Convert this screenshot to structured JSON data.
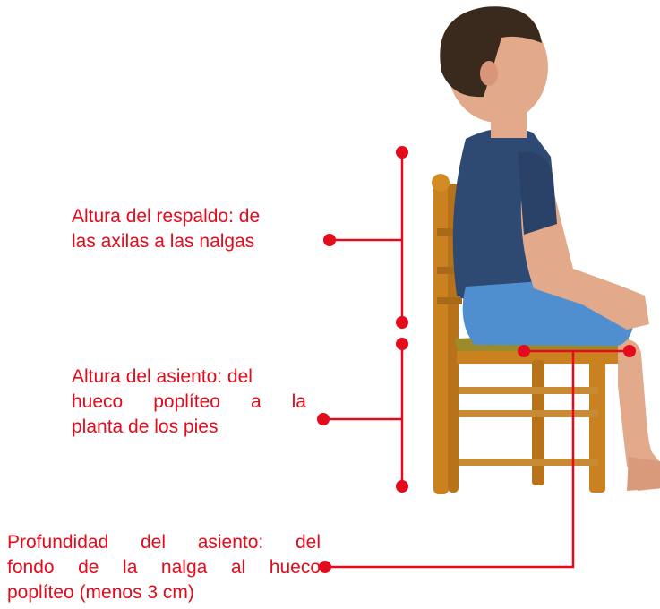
{
  "annotations": {
    "backrest": {
      "line1": "Altura del respaldo: de",
      "line2": "las axilas a las nalgas"
    },
    "seat_height": {
      "line1": "Altura del asiento: del",
      "line2": "hueco poplíteo a la",
      "line3": "planta de los pies"
    },
    "seat_depth": {
      "line1": "Profundidad del asiento: del",
      "line2": "fondo de la nalga al hueco",
      "line3": "poplíteo (menos 3 cm)"
    }
  },
  "colors": {
    "annotation": "#e30b1c",
    "chair_wood": "#c9821f",
    "chair_seat": "#9c8b2a",
    "shirt": "#2f4a72",
    "shorts": "#4f8fd0",
    "skin": "#e2a98a",
    "hair": "#3a2a1e"
  }
}
